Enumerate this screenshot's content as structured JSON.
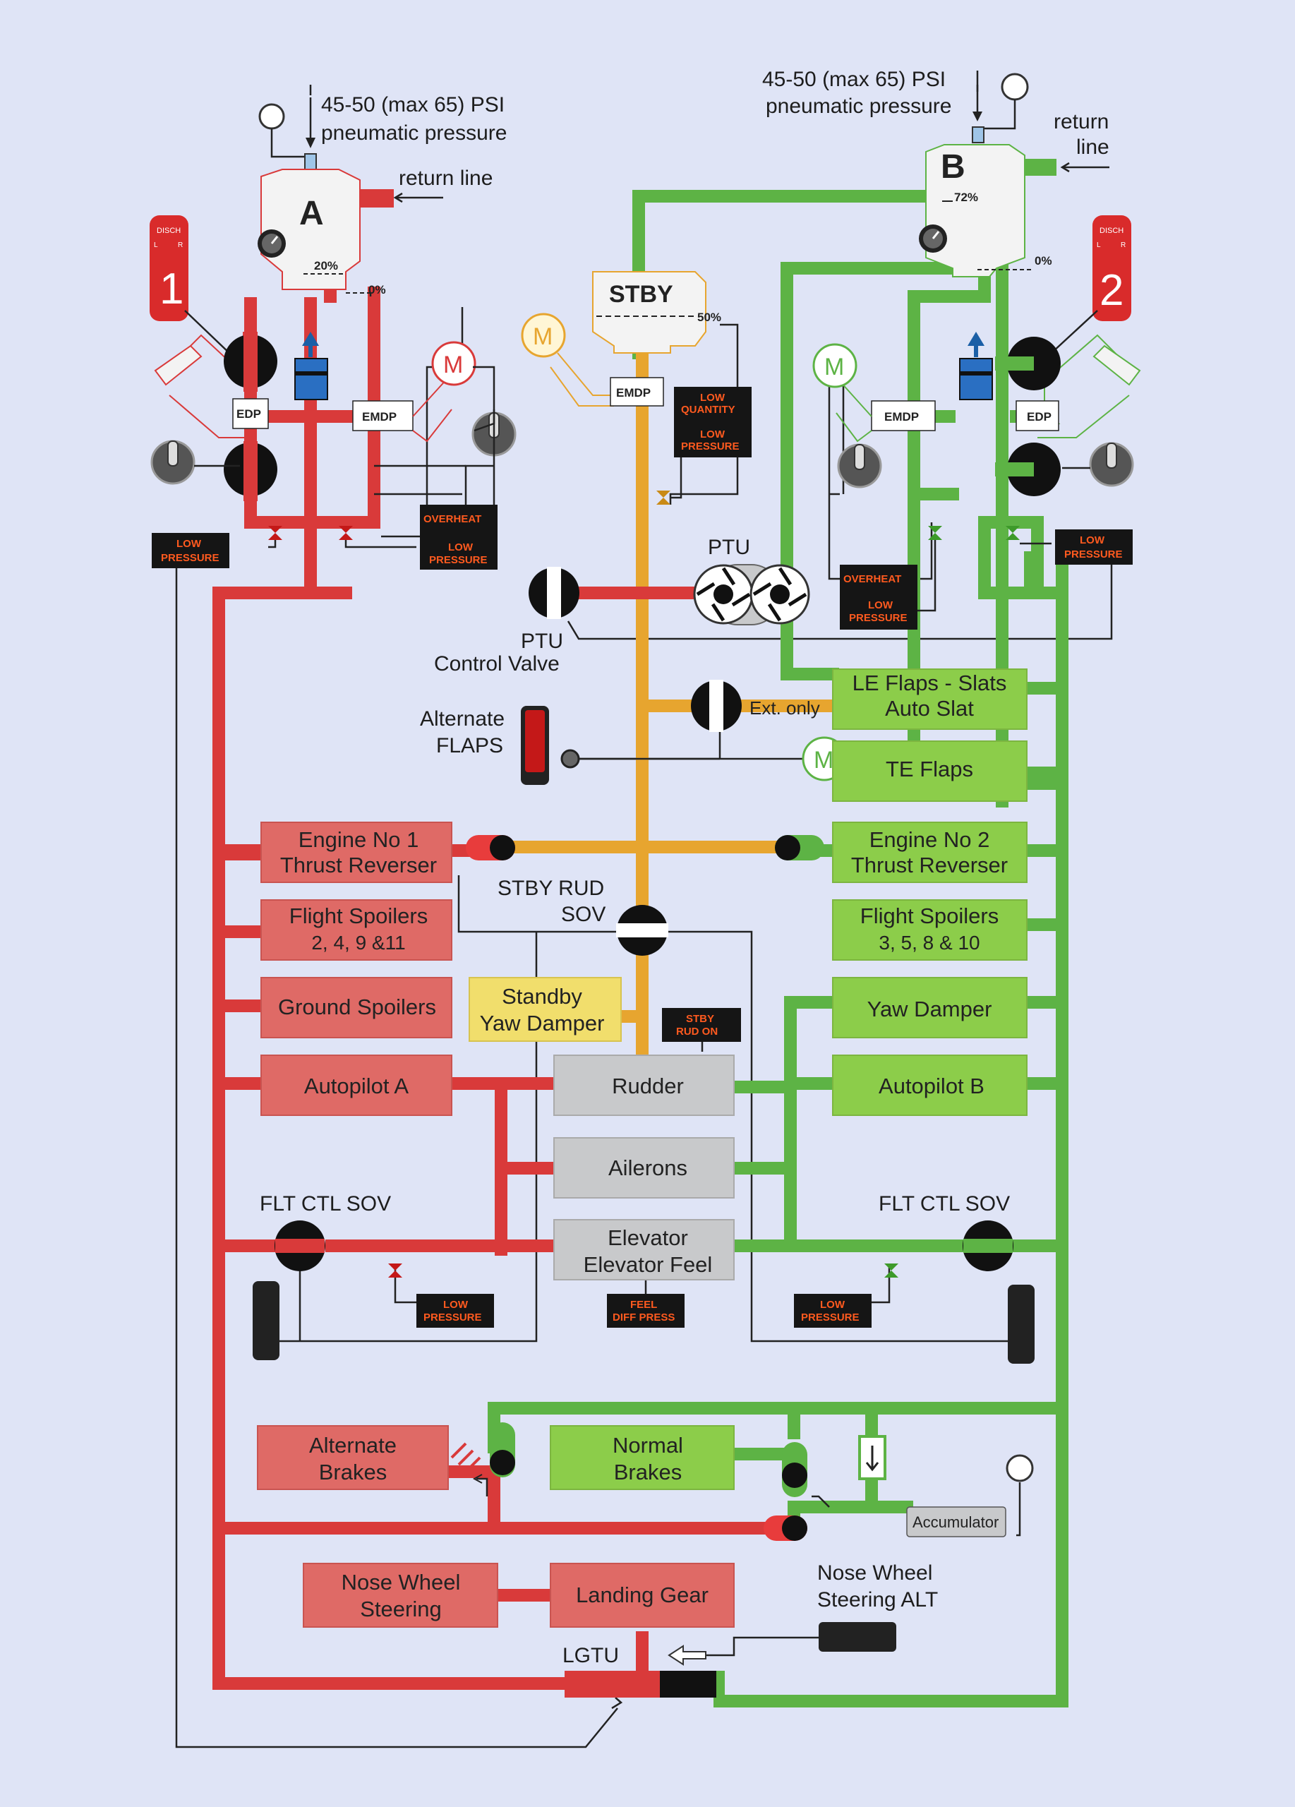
{
  "colors": {
    "system_a": "#d93a3a",
    "system_b": "#5db345",
    "standby": "#e7a52f",
    "box_a": "#df6a66",
    "box_b": "#8ccd4a",
    "box_gray": "#c8c9cb",
    "box_yellow": "#f1de6c",
    "alarm_text": "#ff5a1f",
    "background": "#dfe4f6"
  },
  "reservoir_a": {
    "pressure_note_1": "45-50  (max 65) PSI",
    "pressure_note_2": "pneumatic pressure",
    "return_line": "return line",
    "letter": "A",
    "level_20": "20%",
    "level_0": "0%",
    "edp": "EDP",
    "emdp": "EMDP",
    "motor": "M",
    "disch": "DISCH",
    "disch_l": "L",
    "disch_r": "R",
    "switch_number": "1"
  },
  "reservoir_b": {
    "pressure_note_1": "45-50  (max 65) PSI",
    "pressure_note_2": "pneumatic pressure",
    "return_line_1": "return",
    "return_line_2": "line",
    "letter": "B",
    "level_72": "72%",
    "level_0": "0%",
    "edp": "EDP",
    "emdp": "EMDP",
    "motor": "M",
    "disch": "DISCH",
    "disch_l": "L",
    "disch_r": "R",
    "switch_number": "2"
  },
  "standby": {
    "title": "STBY",
    "level_50": "50%",
    "motor": "M",
    "emdp": "EMDP"
  },
  "alarms": {
    "low": "LOW",
    "pressure": "PRESSURE",
    "quantity": "QUANTITY",
    "overheat": "OVERHEAT",
    "stby": "STBY",
    "rud_on": "RUD ON",
    "feel": "FEEL",
    "diff_press": "DIFF PRESS"
  },
  "labels": {
    "ptu": "PTU",
    "ptu_valve_1": "PTU",
    "ptu_valve_2": "Control Valve",
    "ext_only": "Ext. only",
    "alt_flaps_1": "Alternate",
    "alt_flaps_2": "FLAPS",
    "te_motor": "M",
    "stby_rud_1": "STBY RUD",
    "stby_rud_2": "SOV",
    "flt_ctl_sov_a": "FLT CTL SOV",
    "flt_ctl_sov_b": "FLT CTL SOV",
    "accumulator": "Accumulator",
    "nws_alt_1": "Nose Wheel",
    "nws_alt_2": "Steering ALT",
    "lgtu": "LGTU"
  },
  "boxes": {
    "le_flaps": [
      "LE Flaps - Slats",
      "Auto Slat"
    ],
    "te_flaps": [
      "TE Flaps"
    ],
    "eng1_rev": [
      "Engine No 1",
      "Thrust Reverser"
    ],
    "eng2_rev": [
      "Engine No 2",
      "Thrust Reverser"
    ],
    "spoilers_a": [
      "Flight Spoilers",
      "2, 4, 9 &11"
    ],
    "spoilers_b": [
      "Flight Spoilers",
      "3, 5, 8 & 10"
    ],
    "ground_spoilers": [
      "Ground Spoilers"
    ],
    "stby_yaw": [
      "Standby",
      "Yaw Damper"
    ],
    "yaw_damper": [
      "Yaw Damper"
    ],
    "autopilot_a": [
      "Autopilot A"
    ],
    "rudder": [
      "Rudder"
    ],
    "autopilot_b": [
      "Autopilot B"
    ],
    "ailerons": [
      "Ailerons"
    ],
    "elevator": [
      "Elevator",
      "Elevator Feel"
    ],
    "alt_brakes": [
      "Alternate",
      "Brakes"
    ],
    "normal_brakes": [
      "Normal",
      "Brakes"
    ],
    "nose_wheel": [
      "Nose Wheel",
      "Steering"
    ],
    "landing_gear": [
      "Landing Gear"
    ]
  }
}
